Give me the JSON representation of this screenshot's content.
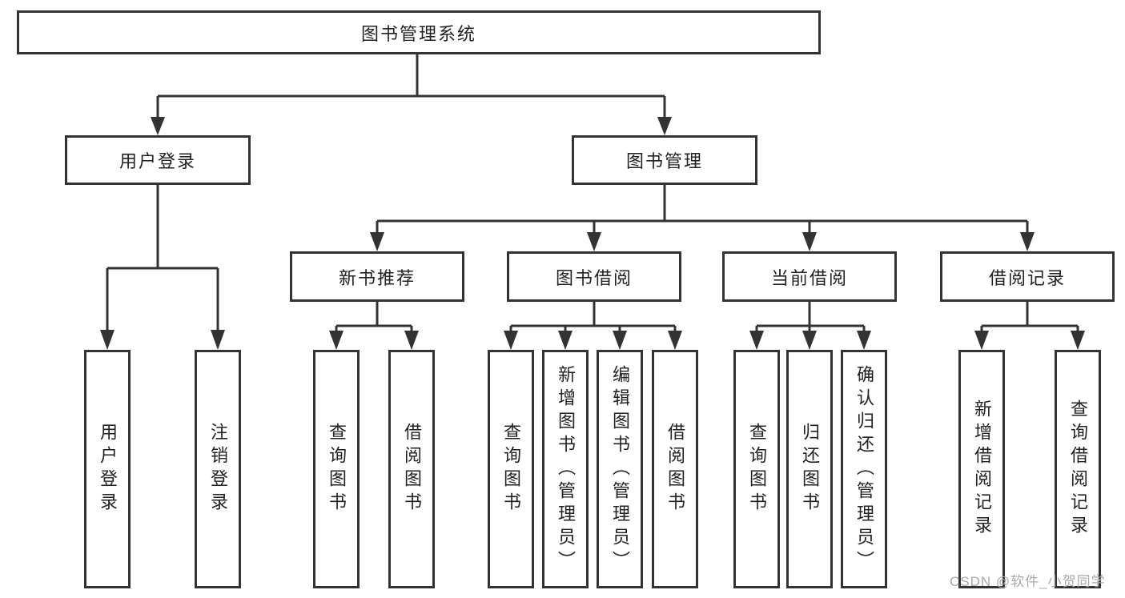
{
  "diagram": {
    "title": "图书管理系统",
    "colors": {
      "line": "#333333",
      "box_border": "#333333",
      "box_background": "#ffffff",
      "text": "#222222",
      "watermark": "#a9a9a9",
      "page_background": "#ffffff"
    },
    "root": {
      "label": "图书管理系统"
    },
    "level2": [
      {
        "label": "用户登录"
      },
      {
        "label": "图书管理"
      }
    ],
    "level3": [
      {
        "label": "新书推荐",
        "parent": "图书管理"
      },
      {
        "label": "图书借阅",
        "parent": "图书管理"
      },
      {
        "label": "当前借阅",
        "parent": "图书管理"
      },
      {
        "label": "借阅记录",
        "parent": "图书管理"
      }
    ],
    "leaves": [
      {
        "label": "用户登录",
        "parent": "用户登录"
      },
      {
        "label": "注销登录",
        "parent": "用户登录"
      },
      {
        "label": "查询图书",
        "parent": "新书推荐"
      },
      {
        "label": "借阅图书",
        "parent": "新书推荐"
      },
      {
        "label": "查询图书",
        "parent": "图书借阅"
      },
      {
        "label": "新增图书（管理员）",
        "parent": "图书借阅"
      },
      {
        "label": "编辑图书（管理员）",
        "parent": "图书借阅"
      },
      {
        "label": "借阅图书",
        "parent": "图书借阅"
      },
      {
        "label": "查询图书",
        "parent": "当前借阅"
      },
      {
        "label": "归还图书",
        "parent": "当前借阅"
      },
      {
        "label": "确认归还（管理员）",
        "parent": "当前借阅"
      },
      {
        "label": "新增借阅记录",
        "parent": "借阅记录"
      },
      {
        "label": "查询借阅记录",
        "parent": "借阅记录"
      }
    ],
    "watermark": "CSDN @软件_小贺同学"
  }
}
